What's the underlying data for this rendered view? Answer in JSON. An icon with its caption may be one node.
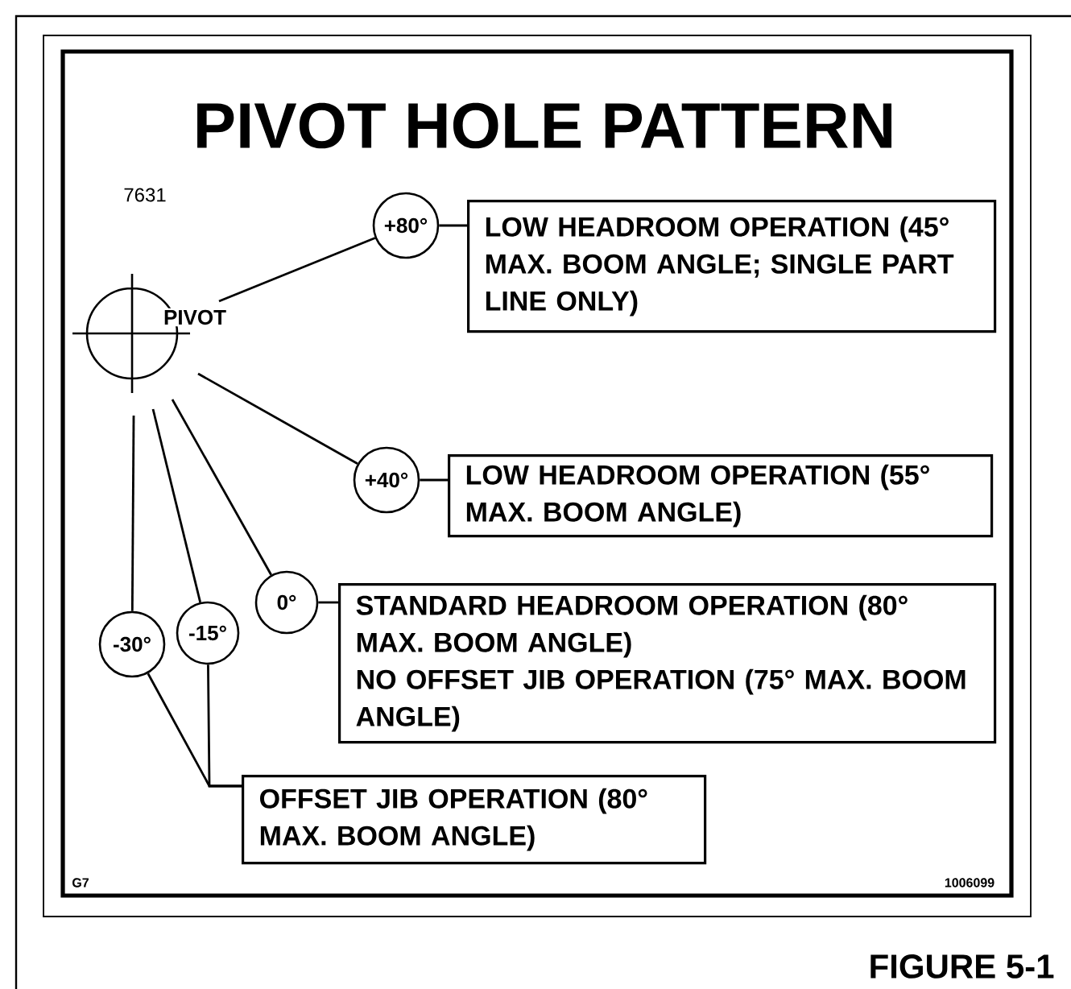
{
  "diagram": {
    "title": "PIVOT HOLE PATTERN",
    "caption": "FIGURE 5-1",
    "nodes": [
      {
        "text": [
          "PIVOT"
        ]
      },
      {
        "text": [
          "+80°"
        ]
      },
      {
        "text": [
          "LOW HEADROOM OPERATION (45° MAX. BOOM ANGLE; SINGLE PART LINE ONLY)"
        ]
      },
      {
        "text": [
          "+40°"
        ]
      },
      {
        "text": [
          "LOW HEADROOM OPERATION (55° MAX. BOOM ANGLE)"
        ]
      },
      {
        "text": [
          "0°"
        ]
      },
      {
        "text": [
          "STANDARD HEADROOM OPERATION (80° MAX. BOOM ANGLE)",
          "NO OFFSET JIB OPERATION (75° MAX. BOOM ANGLE)"
        ]
      },
      {
        "text": [
          "-30°"
        ]
      },
      {
        "text": [
          "-15°"
        ]
      },
      {
        "text": [
          "OFFSET JIB OPERATION (80° MAX. BOOM ANGLE)"
        ]
      }
    ],
    "edges": [
      {
        "from": 0,
        "to": 1,
        "arrow": "none"
      },
      {
        "from": 1,
        "to": 2,
        "arrow": "none"
      },
      {
        "from": 0,
        "to": 3,
        "arrow": "none"
      },
      {
        "from": 3,
        "to": 4,
        "arrow": "none"
      },
      {
        "from": 0,
        "to": 5,
        "arrow": "none"
      },
      {
        "from": 5,
        "to": 6,
        "arrow": "none"
      },
      {
        "from": 0,
        "to": 7,
        "arrow": "none"
      },
      {
        "from": 0,
        "to": 8,
        "arrow": "none"
      },
      {
        "from": 7,
        "to": 9,
        "arrow": "none"
      },
      {
        "from": 8,
        "to": 9,
        "arrow": "none"
      }
    ],
    "labels": [
      "7631",
      "G7",
      "1006099"
    ]
  }
}
